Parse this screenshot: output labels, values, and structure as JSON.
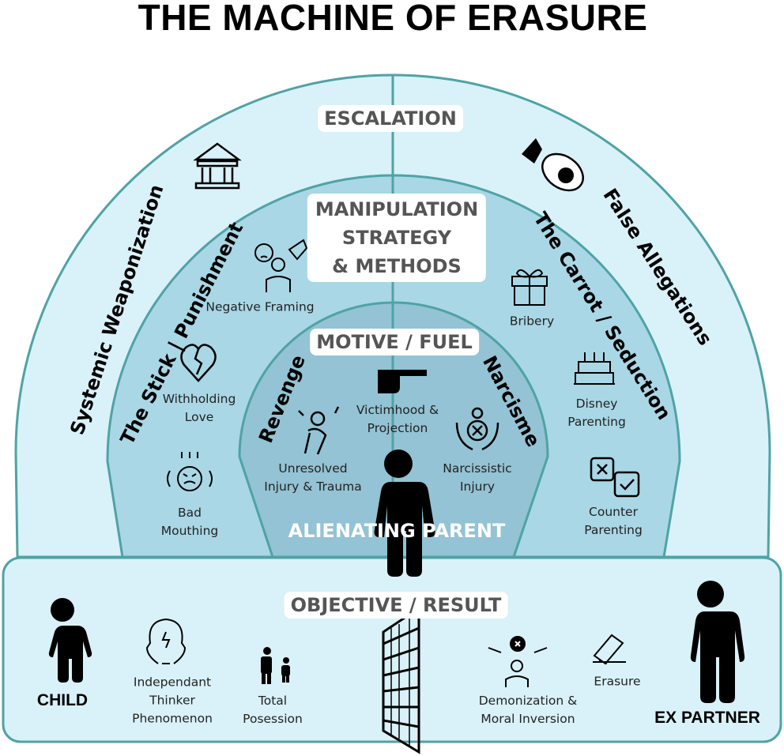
{
  "title": "THE MACHINE OF ERASURE",
  "colors": {
    "outer": "#d9f1f8",
    "middle": "#a9d7e6",
    "inner": "#93c3d4",
    "stroke": "#4fa3a5"
  },
  "layers": {
    "escalation": {
      "label": "ESCALATION",
      "left": "Systemic Weaponization",
      "right": "False Allegations"
    },
    "manipulation": {
      "label_lines": [
        "MANIPULATION",
        "STRATEGY",
        "& METHODS"
      ],
      "left": "The Stick | Punishment",
      "right": "The Carrot / Seduction",
      "left_items": [
        {
          "label": "Negative Framing",
          "icon": "pointing-at-sad-person-icon"
        },
        {
          "label": "Withholding Love",
          "icon": "broken-heart-icon"
        },
        {
          "label": "Bad Mouthing",
          "icon": "angry-face-icon"
        }
      ],
      "right_items": [
        {
          "label": "Bribery",
          "icon": "gift-icon"
        },
        {
          "label": "Disney Parenting",
          "icon": "cake-icon"
        },
        {
          "label": "Counter Parenting",
          "icon": "check-cross-boxes-icon"
        }
      ]
    },
    "motive": {
      "label": "MOTIVE / FUEL",
      "left": "Revenge",
      "right": "Narcisme",
      "items": [
        {
          "label": "Victimhood & Projection",
          "icon": "pointing-hand-icon"
        },
        {
          "label": "Unresolved Injury & Trauma",
          "icon": "hurt-person-icon"
        },
        {
          "label": "Narcissistic Injury",
          "icon": "hands-holding-heart-icon"
        }
      ]
    },
    "center": "ALIENATING PARENT"
  },
  "objective": {
    "label": "OBJECTIVE / RESULT",
    "child": "CHILD",
    "ex_partner": "EX PARTNER",
    "items": [
      {
        "label": "Independant Thinker Phenomenon",
        "icon": "heads-lightbulb-icon"
      },
      {
        "label": "Total Posession",
        "icon": "parent-child-icon"
      },
      {
        "label": "Demonization & Moral Inversion",
        "icon": "blame-fingers-icon"
      },
      {
        "label": "Erasure",
        "icon": "eraser-icon"
      }
    ],
    "wall_icon": "wall-icon"
  }
}
